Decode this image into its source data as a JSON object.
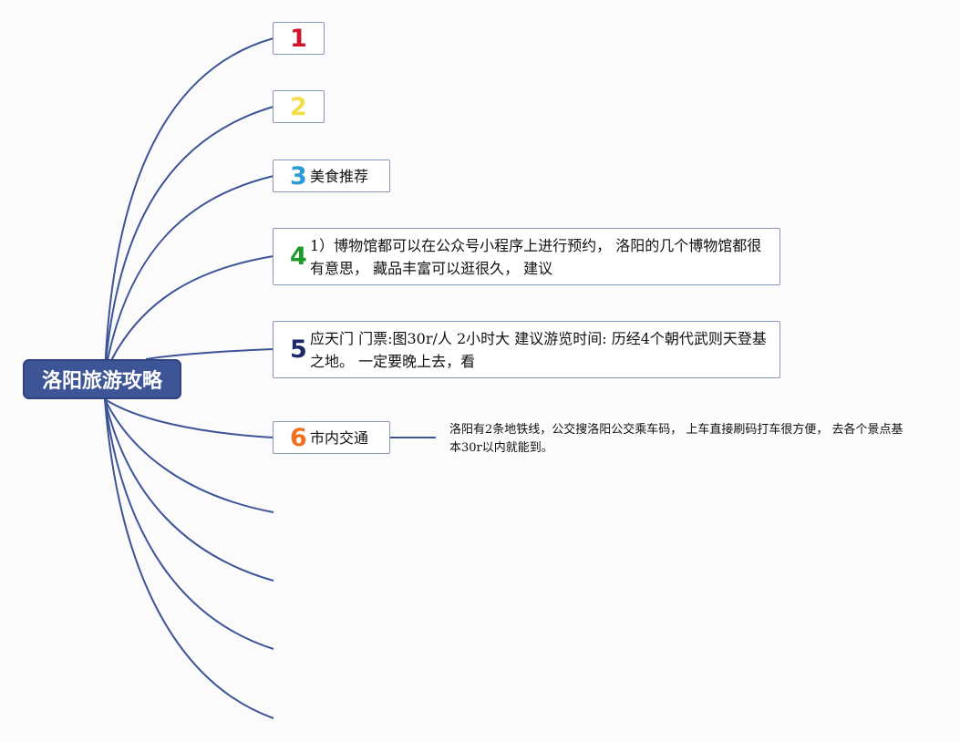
{
  "root": {
    "title": "洛阳旅游攻略"
  },
  "colors": {
    "edge": "#3d5596",
    "root_bg": "#3d5596"
  },
  "branches": [
    {
      "number": "1",
      "number_color": "#d0152b",
      "text": ""
    },
    {
      "number": "2",
      "number_color": "#f1de4a",
      "text": ""
    },
    {
      "number": "3",
      "number_color": "#2a9ad8",
      "text": "美食推荐"
    },
    {
      "number": "4",
      "number_color": "#1e9a2c",
      "text": "1）博物馆都可以在公众号小程序上进行预约， 洛阳的几个博物馆都很有意思， 藏品丰富可以逛很久， 建议"
    },
    {
      "number": "5",
      "number_color": "#1b2a6c",
      "text": "应天门 门票:图30r/人 2小时大 建议游览时间: 历经4个朝代武则天登基之地。 一定要晚上去，看"
    },
    {
      "number": "6",
      "number_color": "#f07020",
      "text": "市内交通"
    }
  ],
  "transport_note": "洛阳有2条地铁线，公交搜洛阳公交乘车码， 上车直接刷码打车很方便， 去各个景点基本30r以内就能到。"
}
